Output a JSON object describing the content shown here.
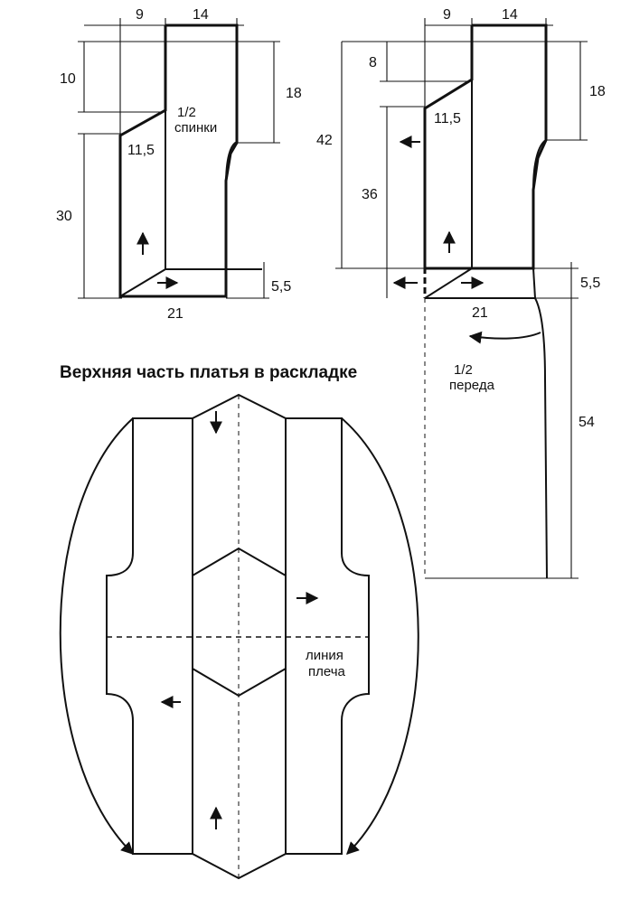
{
  "title": "Верхняя часть платья в раскладке",
  "back_piece": {
    "label_line1": "1/2",
    "label_line2": "спинки",
    "dims": {
      "top_left": "9",
      "top_right": "14",
      "left_upper": "10",
      "right_upper": "18",
      "diagonal": "11,5",
      "left_lower": "30",
      "right_bottom": "5,5",
      "bottom": "21"
    }
  },
  "front_piece": {
    "label_line1": "1/2",
    "label_line2": "переда",
    "dims": {
      "top_left": "9",
      "top_right": "14",
      "left_top_small": "8",
      "left_total": "42",
      "right_upper": "18",
      "diagonal": "11,5",
      "left_inner": "36",
      "right_bottom": "5,5",
      "bottom": "21",
      "skirt_length": "54"
    }
  },
  "layout": {
    "shoulder_line_1": "линия",
    "shoulder_line_2": "плеча"
  }
}
